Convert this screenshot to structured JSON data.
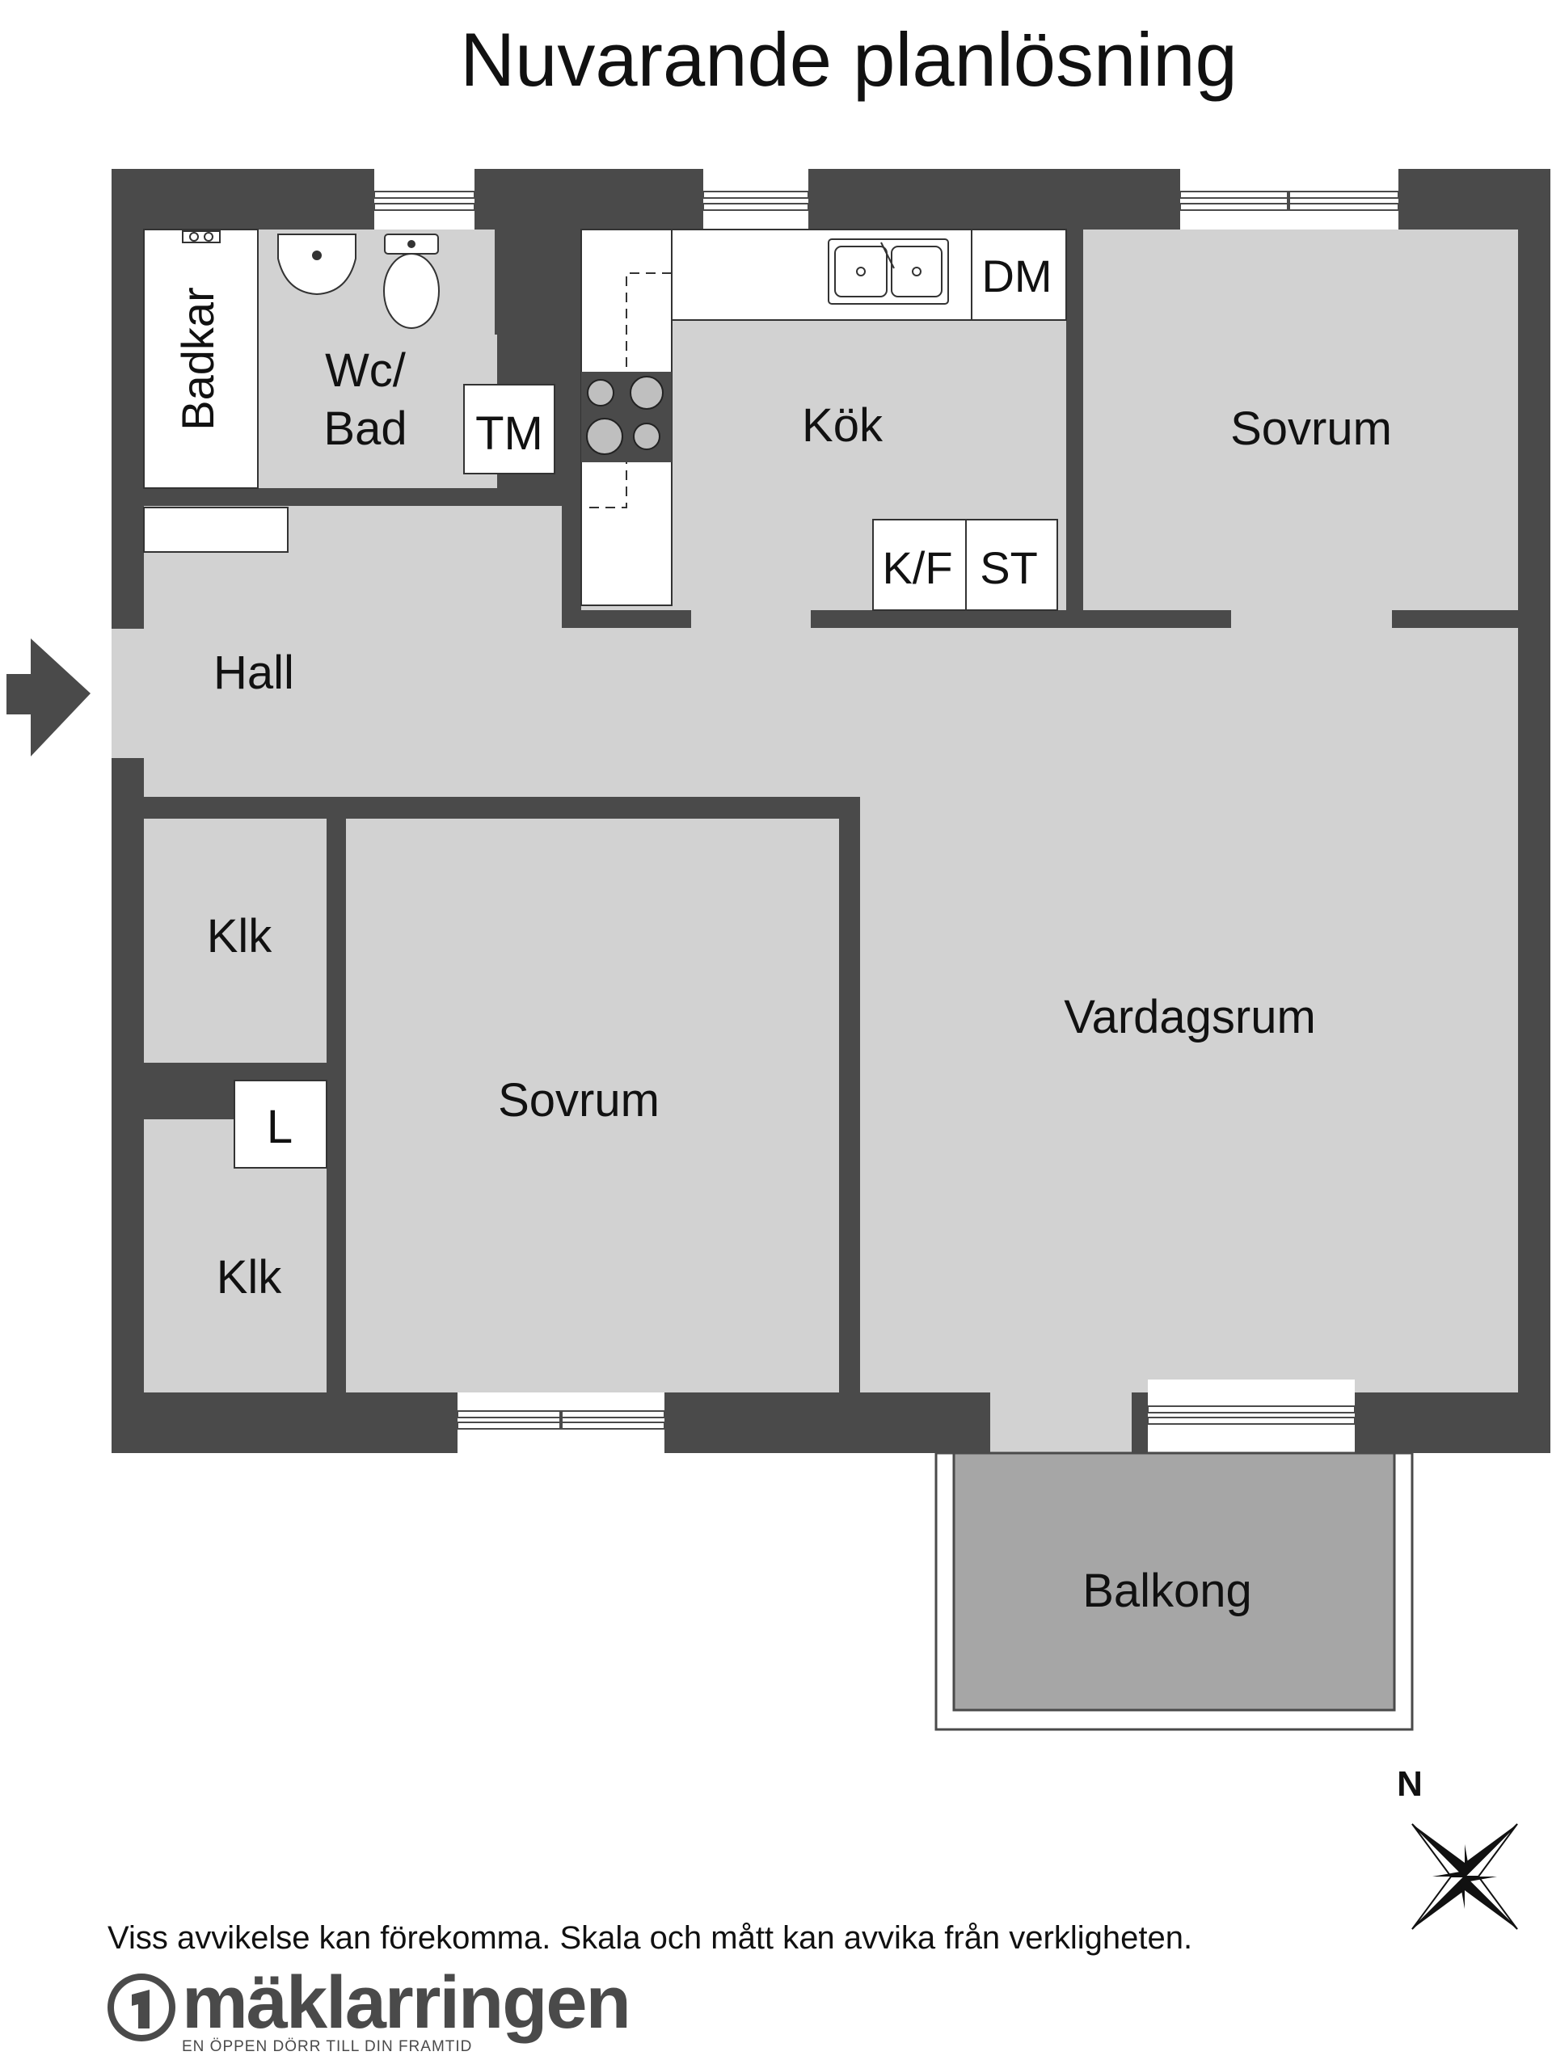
{
  "title": "Nuvarande planlösning",
  "rooms": {
    "badkar": "Badkar",
    "wc_line1": "Wc/",
    "wc_line2": "Bad",
    "tm": "TM",
    "kok": "Kök",
    "dm": "DM",
    "kf": "K/F",
    "st": "ST",
    "sovrum_top": "Sovrum",
    "hall": "Hall",
    "klk_upper": "Klk",
    "l": "L",
    "klk_lower": "Klk",
    "sovrum_bottom": "Sovrum",
    "vardagsrum": "Vardagsrum",
    "balkong": "Balkong"
  },
  "compass": {
    "north_label": "N"
  },
  "disclaimer": "Viss avvikelse kan förekomma. Skala och mått kan avvika från verkligheten.",
  "brand": {
    "name": "mäklarringen",
    "tagline": "EN ÖPPEN DÖRR TILL DIN FRAMTID"
  },
  "colors": {
    "wall": "#4a4a4a",
    "floor": "#d2d2d2",
    "balcony": "#a6a6a6",
    "fixtures": "#ffffff",
    "text": "#111111"
  }
}
